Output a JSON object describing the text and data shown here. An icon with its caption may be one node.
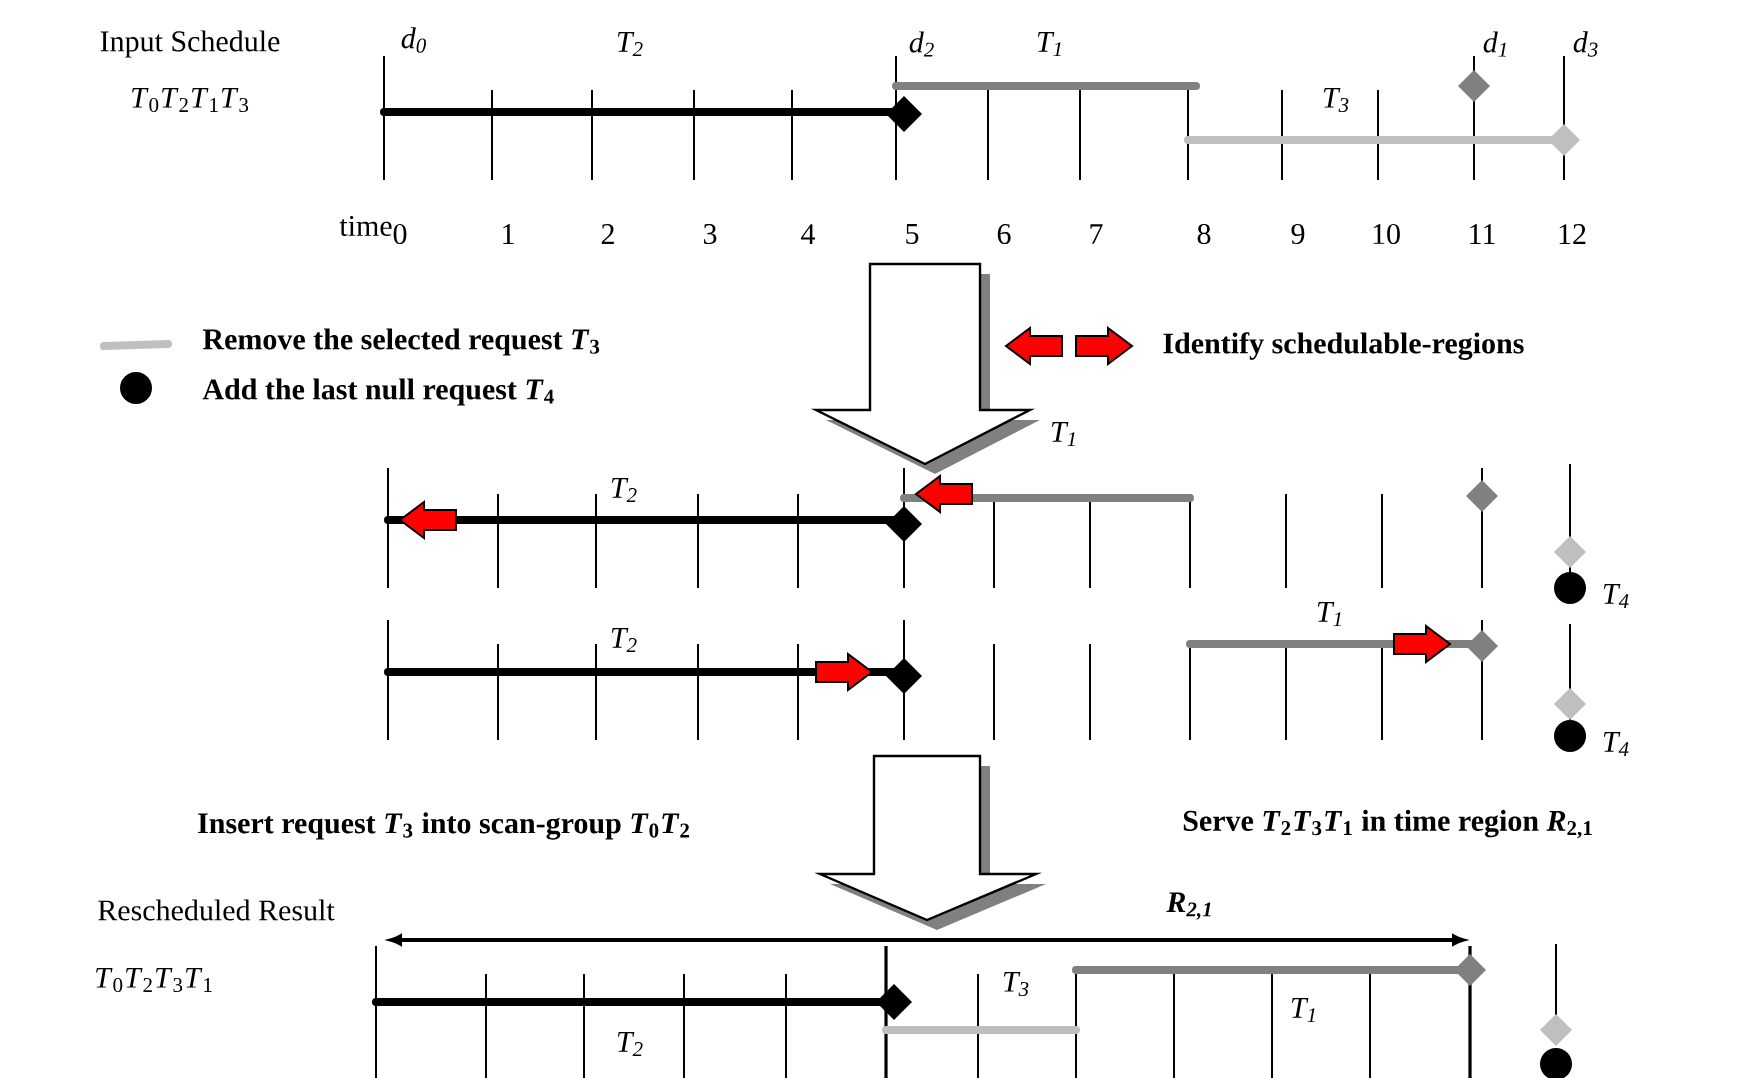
{
  "diagram": {
    "labels": [
      "Input Schedule",
      "*T*$_{0}$*T*$_{2}$*T*$_{1}$*T*$_{3}$",
      "d$_{0}$",
      "T$_{2}$",
      "d$_{2}$",
      "T$_{1}$",
      "d$_{1}$",
      "d$_{3}$",
      "T$_{3}$",
      "time",
      "0",
      "1",
      "2",
      "3",
      "4",
      "5",
      "6",
      "7",
      "8",
      "9",
      "10",
      "11",
      "12",
      "T$_{1}$",
      "T$_{2}$",
      "T$_{4}$",
      "T$_{2}$",
      "T$_{1}$",
      "T$_{4}$",
      "Insert request *T*$_{3}$ into scan-group *T*$_{0}$*T*$_{2}$",
      "Serve *T*$_{2}$*T*$_{3}$*T*$_{1}$ in time region *R*$_{2,1}$",
      "Rescheduled Result",
      "R$_{2,1}$",
      "*T*$_{0}$*T*$_{2}$*T*$_{3}$*T*$_{1}$",
      "T$_{3}$",
      "T$_{1}$",
      "T$_{2}$"
    ],
    "legend": [
      {
        "text": "Remove the selected request *T*$_{3}$"
      },
      {
        "text": "Add the last null request *T*$_{4}$"
      },
      {
        "text": "Identify schedulable-regions"
      }
    ]
  }
}
